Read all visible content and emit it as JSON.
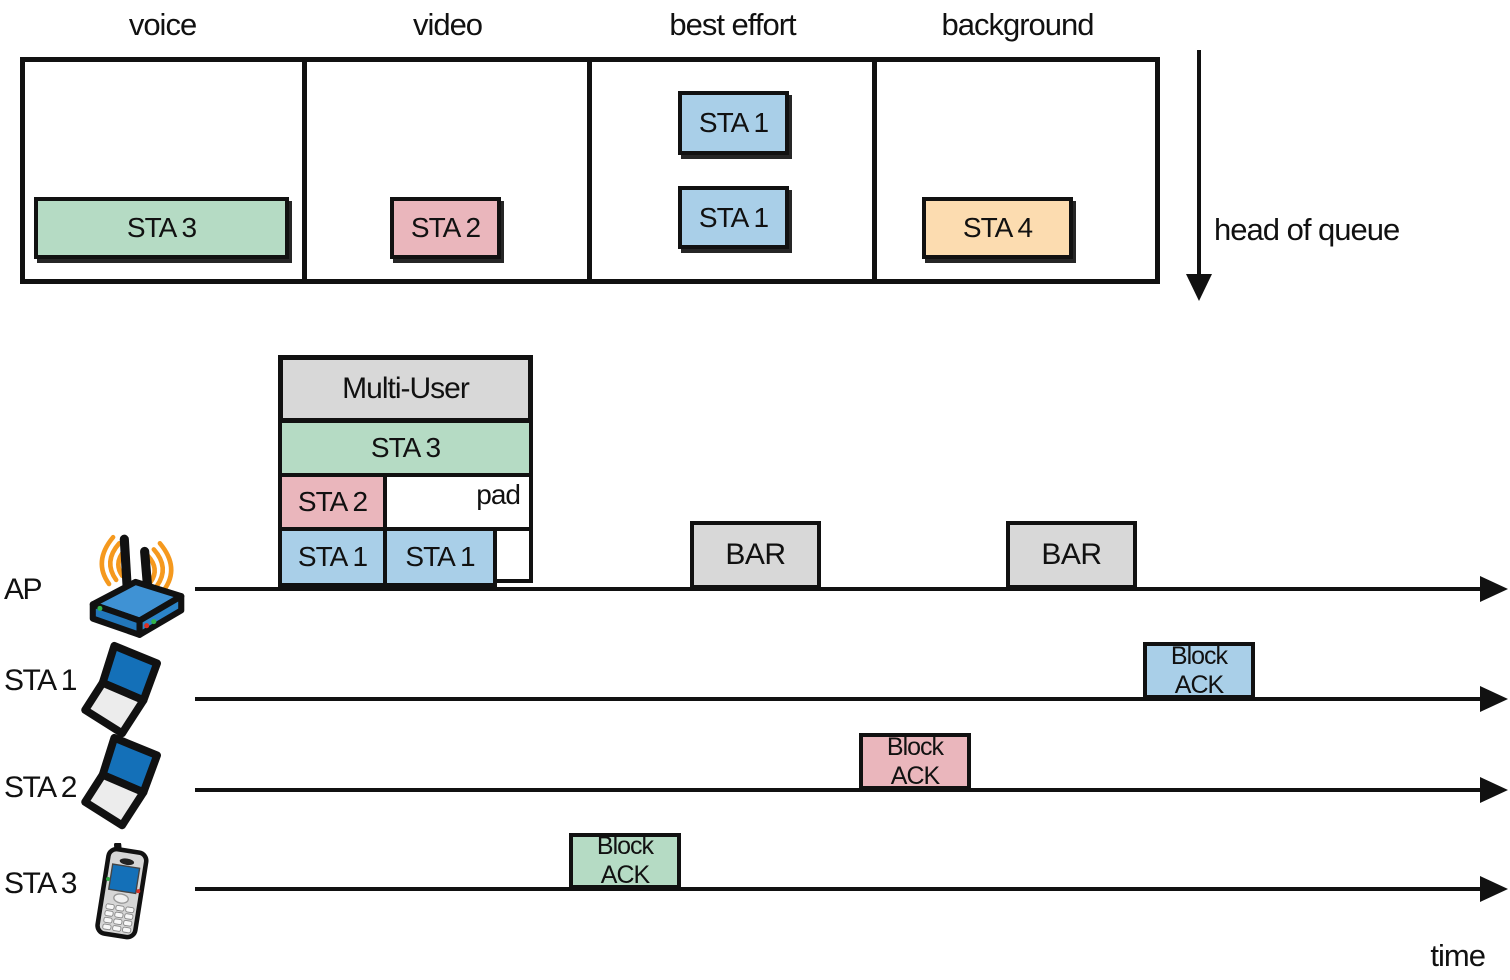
{
  "queue_section": {
    "columns": [
      {
        "label": "voice",
        "items": [
          {
            "label": "STA 3",
            "color": "#b5dbc4"
          }
        ]
      },
      {
        "label": "video",
        "items": [
          {
            "label": "STA 2",
            "color": "#eab6bc"
          }
        ]
      },
      {
        "label": "best effort",
        "items": [
          {
            "label": "STA 1",
            "color": "#a9cfe8"
          },
          {
            "label": "STA 1",
            "color": "#a9cfe8"
          }
        ]
      },
      {
        "label": "background",
        "items": [
          {
            "label": "STA 4",
            "color": "#fcdcb0"
          }
        ]
      }
    ],
    "head_of_queue_label": "head of queue"
  },
  "mu_frame": {
    "header": "Multi-User",
    "sta3": "STA 3",
    "sta2": "STA 2",
    "pad": "pad",
    "sta1_first": "STA 1",
    "sta1_second": "STA 1"
  },
  "rows": {
    "ap": {
      "label": "AP",
      "icon": "access-point-icon",
      "bar1": "BAR",
      "bar2": "BAR"
    },
    "sta1": {
      "label": "STA 1",
      "icon": "laptop-icon",
      "block_ack": "Block ACK"
    },
    "sta2": {
      "label": "STA 2",
      "icon": "laptop-icon",
      "block_ack": "Block ACK"
    },
    "sta3": {
      "label": "STA 3",
      "icon": "smartphone-icon",
      "block_ack": "Block ACK"
    }
  },
  "time_label": "time",
  "colors": {
    "sta1_blue": "#a9cfe8",
    "sta2_pink": "#eab6bc",
    "sta3_green": "#b5dbc4",
    "sta4_orange": "#fcdcb0",
    "frame_gray": "#d8d8d8",
    "outline_black": "#111111",
    "radio_wave_orange": "#f5991e",
    "device_screen_blue": "#1470b8"
  }
}
